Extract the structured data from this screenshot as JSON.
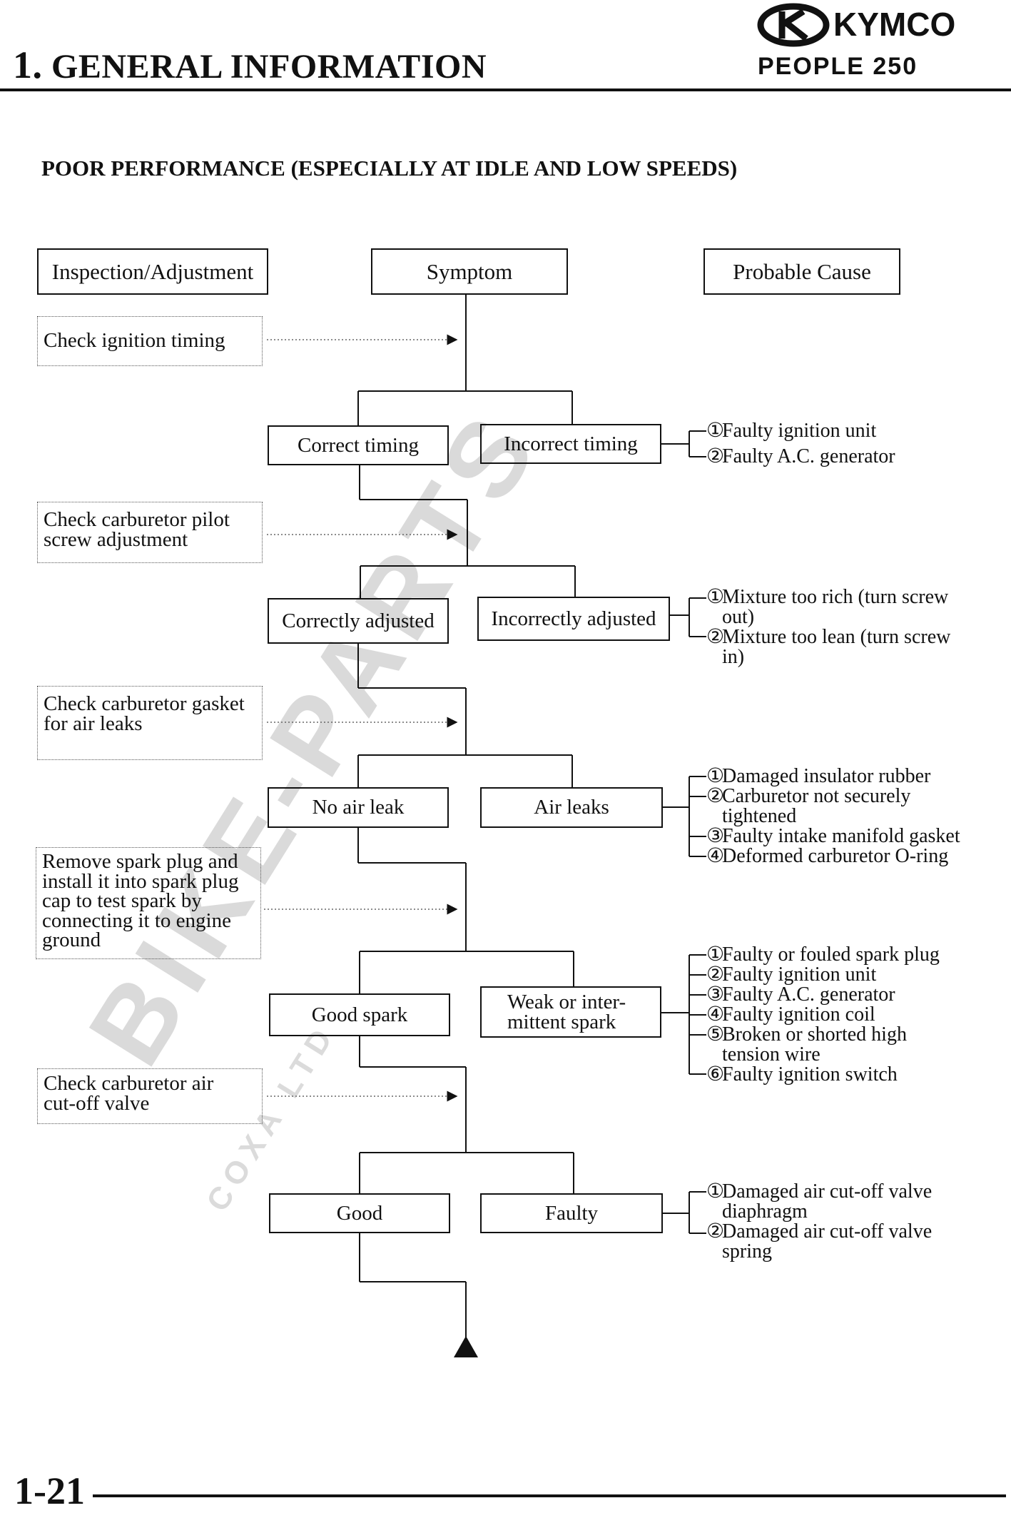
{
  "header": {
    "section_number": "1.",
    "title": "GENERAL INFORMATION",
    "brand": "KYMCO",
    "model": "PEOPLE 250"
  },
  "section_title": "POOR PERFORMANCE (ESPECIALLY AT IDLE AND LOW SPEEDS)",
  "columns": {
    "inspection": "Inspection/Adjustment",
    "symptom": "Symptom",
    "cause": "Probable Cause"
  },
  "inspections": [
    "Check ignition timing",
    "Check carburetor pilot\nscrew adjustment",
    "Check carburetor gasket\nfor air leaks",
    "Remove spark plug and\ninstall it into spark plug\ncap to test spark by\nconnecting it to engine\nground",
    "Check carburetor air\ncut-off valve"
  ],
  "results": [
    {
      "ok": "Correct timing",
      "bad": "Incorrect timing"
    },
    {
      "ok": "Correctly adjusted",
      "bad": "Incorrectly adjusted"
    },
    {
      "ok": "No air leak",
      "bad": "Air leaks"
    },
    {
      "ok": "Good spark",
      "bad": "Weak or inter-\nmittent spark"
    },
    {
      "ok": "Good",
      "bad": "Faulty"
    }
  ],
  "causes": [
    [
      {
        "n": "①",
        "lines": [
          "Faulty ignition unit"
        ]
      },
      {
        "n": "②",
        "lines": [
          "Faulty A.C. generator"
        ]
      }
    ],
    [
      {
        "n": "①",
        "lines": [
          "Mixture too rich (turn screw",
          "out)"
        ]
      },
      {
        "n": "②",
        "lines": [
          "Mixture too lean (turn screw",
          "in)"
        ]
      }
    ],
    [
      {
        "n": "①",
        "lines": [
          "Damaged insulator rubber"
        ]
      },
      {
        "n": "②",
        "lines": [
          "Carburetor not securely",
          "tightened"
        ]
      },
      {
        "n": "③",
        "lines": [
          "Faulty intake manifold gasket"
        ]
      },
      {
        "n": "④",
        "lines": [
          "Deformed carburetor O-ring"
        ]
      }
    ],
    [
      {
        "n": "①",
        "lines": [
          "Faulty or fouled spark plug"
        ]
      },
      {
        "n": "②",
        "lines": [
          "Faulty ignition unit"
        ]
      },
      {
        "n": "③",
        "lines": [
          "Faulty A.C. generator"
        ]
      },
      {
        "n": "④",
        "lines": [
          "Faulty ignition coil"
        ]
      },
      {
        "n": "⑤",
        "lines": [
          "Broken or shorted high",
          "tension wire"
        ]
      },
      {
        "n": "⑥",
        "lines": [
          "Faulty ignition switch"
        ]
      }
    ],
    [
      {
        "n": "①",
        "lines": [
          "Damaged air cut-off valve",
          "diaphragm"
        ]
      },
      {
        "n": "②",
        "lines": [
          "Damaged air cut-off valve",
          "spring"
        ]
      }
    ]
  ],
  "watermark": {
    "main": "BIKE-PARTS",
    "sub": "COXA LTD"
  },
  "footer": {
    "page": "1-21"
  }
}
